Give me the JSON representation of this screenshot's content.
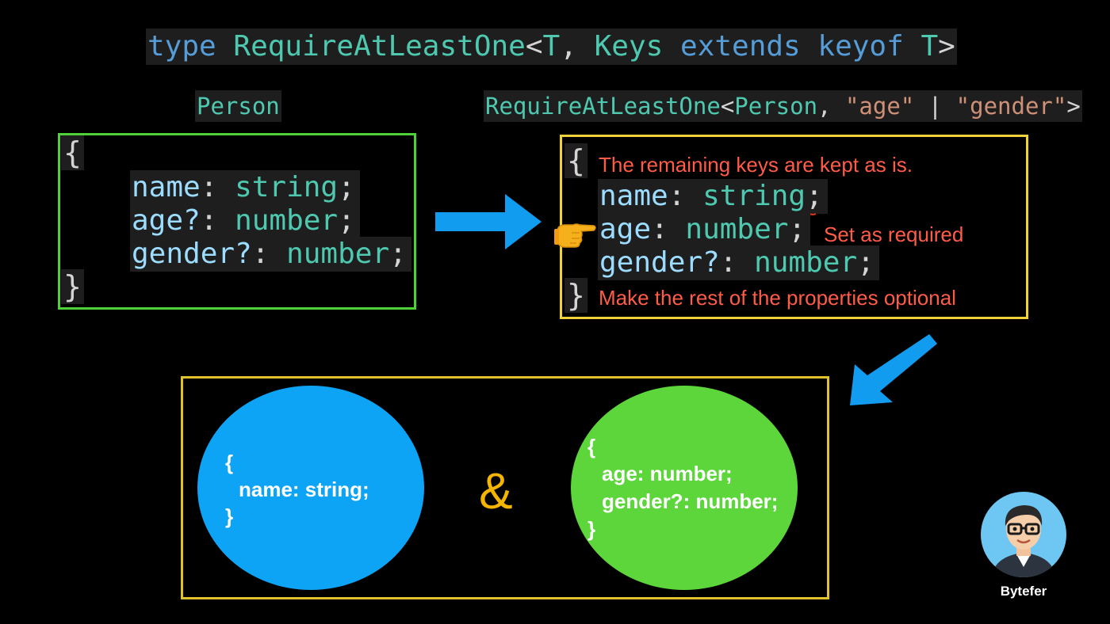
{
  "header": {
    "title": {
      "kw_type": "type",
      "name": "RequireAtLeastOne",
      "lt": "<",
      "T1": "T",
      "comma": ",",
      "keys": "Keys",
      "kw_extends": "extends",
      "kw_keyof": "keyof",
      "T2": "T",
      "gt": ">"
    }
  },
  "person_panel": {
    "label": "Person",
    "open_brace": "{",
    "close_brace": "}",
    "fields": [
      {
        "key": "name",
        "sep": ": ",
        "type": "string",
        "end": ";"
      },
      {
        "key": "age?",
        "sep": ": ",
        "type": "number",
        "end": ";"
      },
      {
        "key": "gender?",
        "sep": ": ",
        "type": "number",
        "end": ";"
      }
    ]
  },
  "result_panel": {
    "label": {
      "name": "RequireAtLeastOne",
      "lt": "<",
      "arg": "Person",
      "comma": ", ",
      "lit1": "\"age\"",
      "pipe": " | ",
      "lit2": "\"gender\"",
      "gt": ">"
    },
    "open_brace": "{",
    "close_brace": "}",
    "fields": [
      {
        "key": "name",
        "sep": ": ",
        "type": "string",
        "end": ";"
      },
      {
        "key": "age",
        "sep": ": ",
        "type": "number",
        "end": ";"
      },
      {
        "key": "gender?",
        "sep": ": ",
        "type": "number",
        "end": ";"
      }
    ],
    "notes": {
      "kept": "The remaining keys are kept as is.",
      "required": "Set as required",
      "optional": "Make the rest of the properties optional"
    }
  },
  "union_panel": {
    "left_circle": {
      "open": "{",
      "body": "name: string;",
      "close": "}",
      "color": "#0ea4f5"
    },
    "operator": "&",
    "right_circle": {
      "open": "{",
      "line1": "age: number;",
      "line2": "gender?: number;",
      "close": "}",
      "color": "#5cd63a"
    }
  },
  "brand": {
    "name": "Bytefer"
  },
  "colors": {
    "keyword": "#569cd6",
    "type": "#4ec9b0",
    "property": "#9cdcfe",
    "string_literal": "#ce9178",
    "arrow": "#129cf0",
    "note": "#ff5c47",
    "person_border": "#4fd13a",
    "result_border": "#f0d33a",
    "bottom_border": "#e0c22c"
  }
}
